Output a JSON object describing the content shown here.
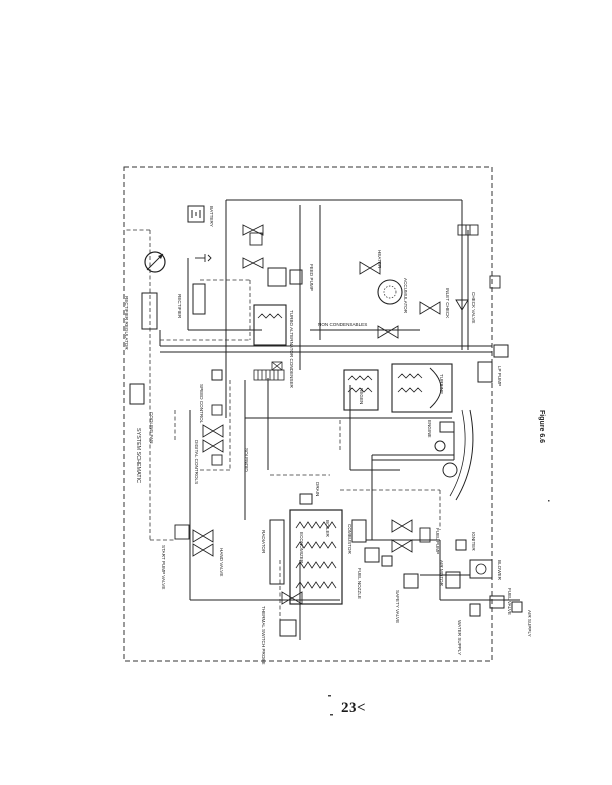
{
  "figure": {
    "caption": "Figure 6.6",
    "title": "SYSTEM SCHEMATIC"
  },
  "page_number": "23<",
  "components": {
    "cooling_fan": "COOLING FAN",
    "start_pump_valve": "START PUMP VALVE",
    "hand_valve": "HAND VALVE",
    "digital_controls": "DIGITAL CONTROLS",
    "speed_control": "SPEED CONTROL",
    "solenoid_valve": "SOLENOID",
    "rectifier_regulator": "RECTIFIER REGULATOR",
    "rectifier": "RECTIFIER",
    "alternator": "TURBO ALTERNATOR CONDENSER",
    "non_condensables": "NON CONDENSABLES",
    "heater": "HEATER",
    "accumulator": "ACCUMULATOR",
    "inlet_check": "INLET CHECK",
    "regenerator": "REGEN",
    "turbine": "TURBINE",
    "boiler": "BOILER",
    "economizer": "ECONOMIZER",
    "thermal_switch": "THERMAL SWITCH",
    "thermal_switch_probe": "THERMAL SWITCH PROBE",
    "radiator": "RADIATOR",
    "combustor": "COMBUSTOR",
    "drain": "DRAIN",
    "fuel_nozzle": "FUEL NOZZLE",
    "safety_valve": "SAFETY VALVE",
    "air_motor": "AIR MOTOR",
    "blower": "BLOWER",
    "fuel_valve": "FUEL VALVE",
    "fuel_pump": "FUEL PUMP",
    "air_supply": "AIR SUPPLY",
    "water_supply": "WATER SUPPLY",
    "burner_igniter": "IGNITER",
    "lp_pump": "LP PUMP",
    "battery": "BATTERY",
    "feed_pump": "FEED PUMP",
    "hp_pump": "HP PUMP",
    "check_valve": "CHECK VALVE",
    "engine": "ENGINE"
  },
  "colors": {
    "ink": "#222222",
    "paper": "#ffffff",
    "dashed": "#333333"
  }
}
